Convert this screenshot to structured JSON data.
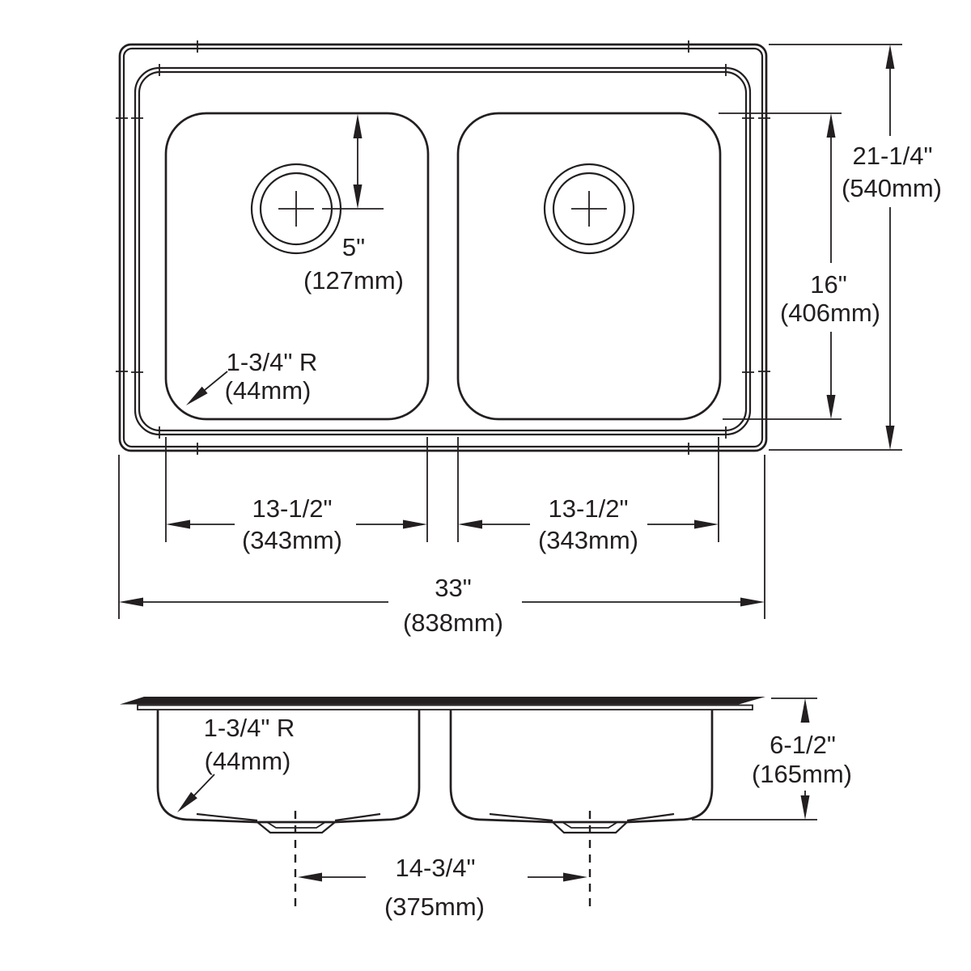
{
  "drawing": {
    "type": "technical-dimension-drawing",
    "subject": "double-bowl-drop-in-sink",
    "colors": {
      "line": "#231f20",
      "background": "#ffffff"
    },
    "top_view": {
      "faucet_hole_offset": {
        "in": "5\"",
        "mm": "(127mm)"
      },
      "bowl_corner_radius": {
        "in": "1-3/4\" R",
        "mm": "(44mm)"
      },
      "bowl_front_to_back": {
        "in": "16\"",
        "mm": "(406mm)"
      },
      "overall_front_to_back": {
        "in": "21-1/4\"",
        "mm": "(540mm)"
      },
      "left_bowl_width": {
        "in": "13-1/2\"",
        "mm": "(343mm)"
      },
      "right_bowl_width": {
        "in": "13-1/2\"",
        "mm": "(343mm)"
      },
      "overall_width": {
        "in": "33\"",
        "mm": "(838mm)"
      }
    },
    "front_view": {
      "bowl_corner_radius": {
        "in": "1-3/4\" R",
        "mm": "(44mm)"
      },
      "drain_centerline_spacing": {
        "in": "14-3/4\"",
        "mm": "(375mm)"
      },
      "bowl_depth": {
        "in": "6-1/2\"",
        "mm": "(165mm)"
      }
    }
  }
}
